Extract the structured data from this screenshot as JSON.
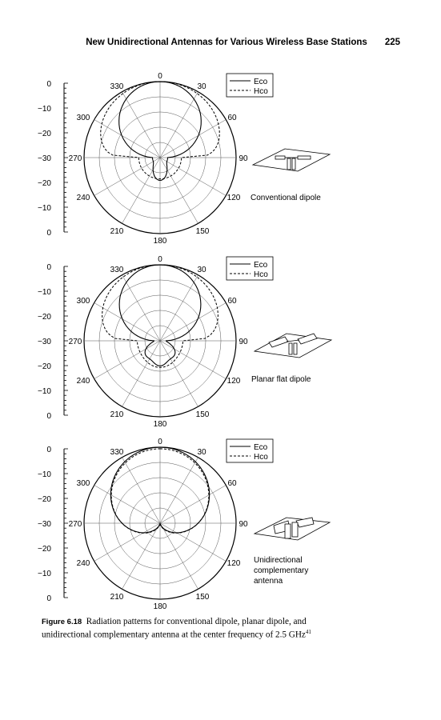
{
  "header": {
    "title": "New Unidirectional Antennas for Various Wireless Base Stations",
    "page_number": "225"
  },
  "chart_data": [
    {
      "type": "polar",
      "angle_labels": [
        "0",
        "30",
        "60",
        "90",
        "120",
        "150",
        "180",
        "210",
        "240",
        "270",
        "300",
        "330"
      ],
      "radial_labels": [
        "0",
        "−10",
        "−20",
        "−30",
        "−20",
        "−10",
        "0"
      ],
      "radial_range_db": [
        -30,
        0
      ],
      "legend": [
        "Eco",
        "Hco"
      ],
      "inset_label": "Conventional dipole"
    },
    {
      "type": "polar",
      "angle_labels": [
        "0",
        "30",
        "60",
        "90",
        "120",
        "150",
        "180",
        "210",
        "240",
        "270",
        "300",
        "330"
      ],
      "radial_labels": [
        "0",
        "−10",
        "−20",
        "−30",
        "−20",
        "−10",
        "0"
      ],
      "radial_range_db": [
        -30,
        0
      ],
      "legend": [
        "Eco",
        "Hco"
      ],
      "inset_label": "Planar flat dipole"
    },
    {
      "type": "polar",
      "angle_labels": [
        "0",
        "30",
        "60",
        "90",
        "120",
        "150",
        "180",
        "210",
        "240",
        "270",
        "300",
        "330"
      ],
      "radial_labels": [
        "0",
        "−10",
        "−20",
        "−30",
        "−20",
        "−10",
        "0"
      ],
      "radial_range_db": [
        -30,
        0
      ],
      "legend": [
        "Eco",
        "Hco"
      ],
      "inset_label_lines": [
        "Unidirectional",
        "complementary",
        "antenna"
      ]
    }
  ],
  "caption": {
    "label": "Figure 6.18",
    "text": "Radiation patterns for conventional dipole, planar dipole, and unidirectional complementary antenna at the center frequency of 2.5 GHz",
    "ref": "41"
  }
}
